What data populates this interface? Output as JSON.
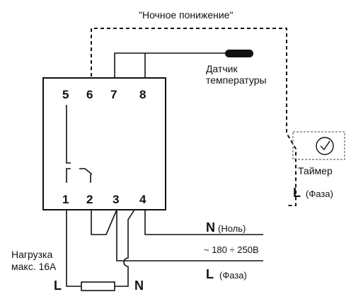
{
  "title": "\"Ночное понижение\"",
  "relay": {
    "terminals_top": [
      "5",
      "6",
      "7",
      "8"
    ],
    "terminals_bottom": [
      "1",
      "2",
      "3",
      "4"
    ]
  },
  "sensor": {
    "line1": "Датчик",
    "line2": "температуры"
  },
  "timer": {
    "label": "Таймер",
    "phase_letter": "L",
    "phase_text": "(Фаза)"
  },
  "supply": {
    "neutral_letter": "N",
    "neutral_text": "(Ноль)",
    "voltage": "~ 180 ÷ 250В",
    "phase_letter": "L",
    "phase_text": "(Фаза)"
  },
  "load": {
    "line1": "Нагрузка",
    "line2": "макс. 16А",
    "left_letter": "L",
    "right_letter": "N"
  }
}
